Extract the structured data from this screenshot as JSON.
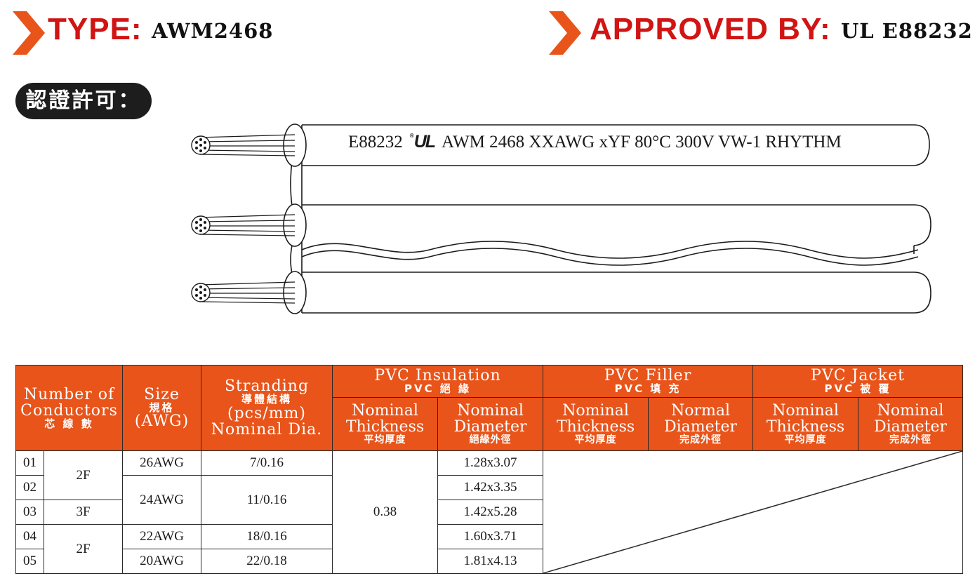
{
  "header": {
    "type_label": "TYPE:",
    "type_value": "AWM2468",
    "approved_label": "APPROVED BY:",
    "approved_value": "UL E88232",
    "accent_color": "#d11414",
    "chevron_color": "#e8541a"
  },
  "certification": {
    "label": "認證許可："
  },
  "cable": {
    "marking_prefix": "E88232",
    "ul_logo": "UL",
    "ul_logo_mark": "®",
    "marking_text": "AWM 2468 XXAWG xYF  80°C 300V VW-1 RHYTHM"
  },
  "table": {
    "header_color": "#e8541a",
    "headers": {
      "conductors_en_1": "Number of",
      "conductors_en_2": "Conductors",
      "conductors_zh": "芯 線 數",
      "size_en": "Size",
      "size_zh": "規格",
      "size_unit": "(AWG)",
      "stranding_en": "Stranding",
      "stranding_zh": "導體結構",
      "stranding_unit": "(pcs/mm)",
      "stranding_sub": "Nominal Dia.",
      "insulation_en": "PVC  Insulation",
      "insulation_zh": "PVC 絕 緣",
      "filler_en": "PVC  Filler",
      "filler_zh": "PVC 填 充",
      "jacket_en": "PVC  Jacket",
      "jacket_zh": "PVC 被 覆",
      "ins_thick_en_1": "Nominal",
      "ins_thick_en_2": "Thickness",
      "ins_thick_zh": "平均厚度",
      "ins_dia_en_1": "Nominal",
      "ins_dia_en_2": "Diameter",
      "ins_dia_zh": "絕緣外徑",
      "fil_thick_en_1": "Nominal",
      "fil_thick_en_2": "Thickness",
      "fil_thick_zh": "平均厚度",
      "fil_dia_en_1": "Normal",
      "fil_dia_en_2": "Diameter",
      "fil_dia_zh": "完成外徑",
      "jac_thick_en_1": "Nominal",
      "jac_thick_en_2": "Thickness",
      "jac_thick_zh": "平均厚度",
      "jac_dia_en_1": "Nominal",
      "jac_dia_en_2": "Diameter",
      "jac_dia_zh": "完成外徑"
    },
    "rows": [
      {
        "no": "01",
        "cores": "2F",
        "size": "26AWG",
        "stranding": "7/0.16",
        "ins_dia": "1.28x3.07"
      },
      {
        "no": "02",
        "cores": "2F",
        "size": "24AWG",
        "stranding": "11/0.16",
        "ins_dia": "1.42x3.35"
      },
      {
        "no": "03",
        "cores": "3F",
        "size": "24AWG",
        "stranding": "11/0.16",
        "ins_dia": "1.42x5.28"
      },
      {
        "no": "04",
        "cores": "2F",
        "size": "22AWG",
        "stranding": "18/0.16",
        "ins_dia": "1.60x3.71"
      },
      {
        "no": "05",
        "cores": "2F",
        "size": "20AWG",
        "stranding": "22/0.18",
        "ins_dia": "1.81x4.13"
      }
    ],
    "insulation_thickness": "0.38"
  }
}
